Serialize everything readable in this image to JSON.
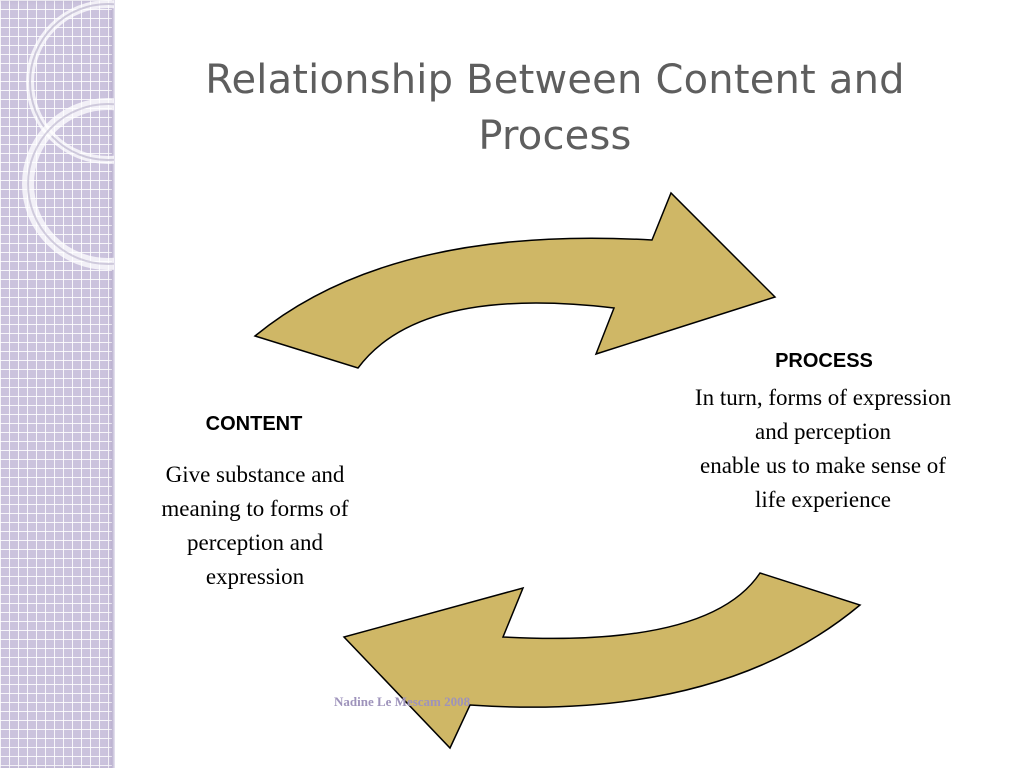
{
  "slide": {
    "title": "Relationship Between Content and Process",
    "footer": "Nadine Le Mescam 2008",
    "accent_color": "#cbc3dd",
    "arrow_color": "#cfb766"
  },
  "content": {
    "heading": "CONTENT",
    "lines": [
      "Give substance and",
      "meaning to forms of",
      "perception and",
      "expression"
    ]
  },
  "process": {
    "heading": "PROCESS",
    "lines": [
      "In turn, forms of expression",
      "and perception",
      "enable us to make sense of",
      "life experience"
    ]
  }
}
